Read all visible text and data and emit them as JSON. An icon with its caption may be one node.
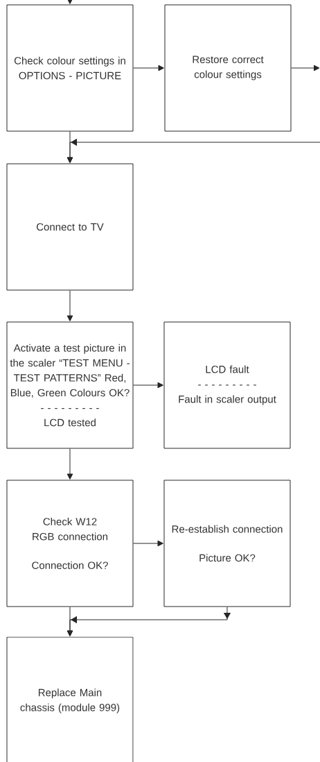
{
  "diagram": {
    "nodes": [
      {
        "text": [
          "Check colour settings in OPTIONS - PICTURE"
        ]
      },
      {
        "text": [
          "Restore correct colour settings"
        ]
      },
      {
        "text": [
          "Connect to TV"
        ]
      },
      {
        "text": [
          "Activate a test picture in the scaler “TEST MENU - TEST PATTERNS” Red, Blue, Green Colours OK?",
          "- - - - - - - - -",
          "LCD tested"
        ]
      },
      {
        "text": [
          "LCD fault",
          "- - - - - - - - -",
          "Fault in scaler output"
        ]
      },
      {
        "text": [
          "Check W12 RGB connection",
          "Connection OK?"
        ]
      },
      {
        "text": [
          "Re-establish connection",
          "Picture OK?"
        ]
      },
      {
        "text": [
          "Replace Main chassis (module 999)"
        ]
      }
    ],
    "edges": [
      {
        "from": null,
        "to": 0,
        "arrow": "to"
      },
      {
        "from": 0,
        "to": 1,
        "arrow": "to"
      },
      {
        "from": 1,
        "to": null,
        "arrow": "to"
      },
      {
        "from": 0,
        "to": 2,
        "arrow": "to"
      },
      {
        "from": null,
        "to": 2,
        "arrow": "to"
      },
      {
        "from": 2,
        "to": 3,
        "arrow": "to"
      },
      {
        "from": 3,
        "to": 4,
        "arrow": "to"
      },
      {
        "from": 3,
        "to": 5,
        "arrow": "to"
      },
      {
        "from": 5,
        "to": 6,
        "arrow": "to"
      },
      {
        "from": 5,
        "to": 7,
        "arrow": "to"
      },
      {
        "from": 6,
        "to": 7,
        "arrow": "to"
      }
    ]
  }
}
